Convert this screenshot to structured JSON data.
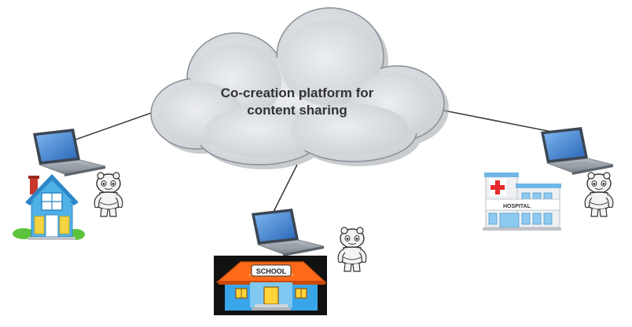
{
  "cloud": {
    "label_line1": "Co-creation platform for",
    "label_line2": "content sharing"
  },
  "nodes": {
    "home": {
      "icon": "house-icon"
    },
    "school": {
      "sign": "SCHOOL",
      "icon": "school-building-icon"
    },
    "hospital": {
      "sign": "HOSPITAL",
      "icon": "hospital-building-icon"
    }
  },
  "colors": {
    "cloud_fill": "#dcdfe3",
    "cloud_stroke": "#8a8f96",
    "connector": "#404040",
    "laptop_screen": "#3a7fd0",
    "school_roof": "#ff6a1a",
    "school_wall": "#3aa6ea",
    "house_roof": "#2c86c8",
    "hospital_wall": "#eef0f2",
    "hospital_cross": "#e62a2a"
  }
}
